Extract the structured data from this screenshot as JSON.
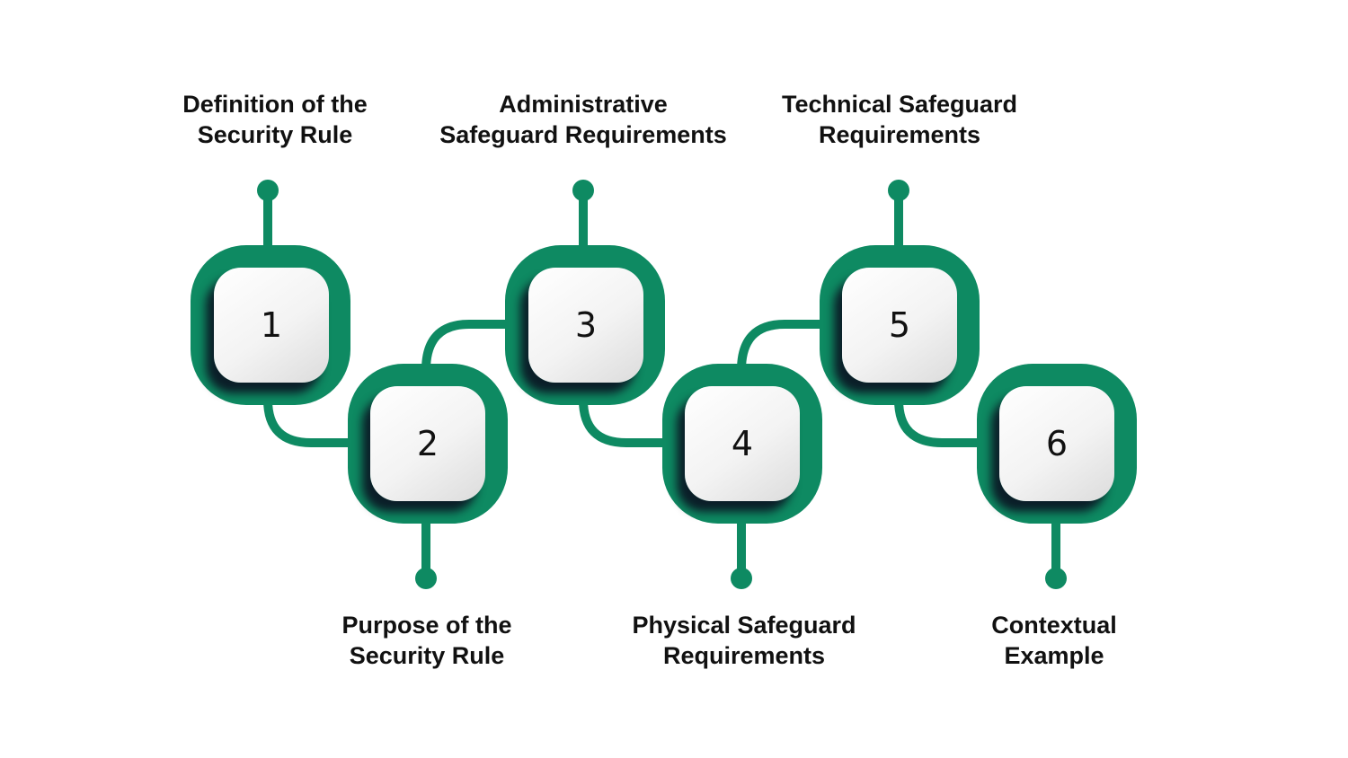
{
  "colors": {
    "accent": "#0e8a62",
    "background": "#ffffff",
    "text": "#111111",
    "shadow": "#0a0c1e"
  },
  "steps": [
    {
      "number": "1",
      "title_lines": [
        "Definition of the",
        "Security Rule"
      ]
    },
    {
      "number": "2",
      "title_lines": [
        "Purpose of the",
        "Security Rule"
      ]
    },
    {
      "number": "3",
      "title_lines": [
        "Administrative",
        "Safeguard Requirements"
      ]
    },
    {
      "number": "4",
      "title_lines": [
        "Physical Safeguard",
        "Requirements"
      ]
    },
    {
      "number": "5",
      "title_lines": [
        "Technical Safeguard",
        "Requirements"
      ]
    },
    {
      "number": "6",
      "title_lines": [
        "Contextual",
        "Example"
      ]
    }
  ]
}
